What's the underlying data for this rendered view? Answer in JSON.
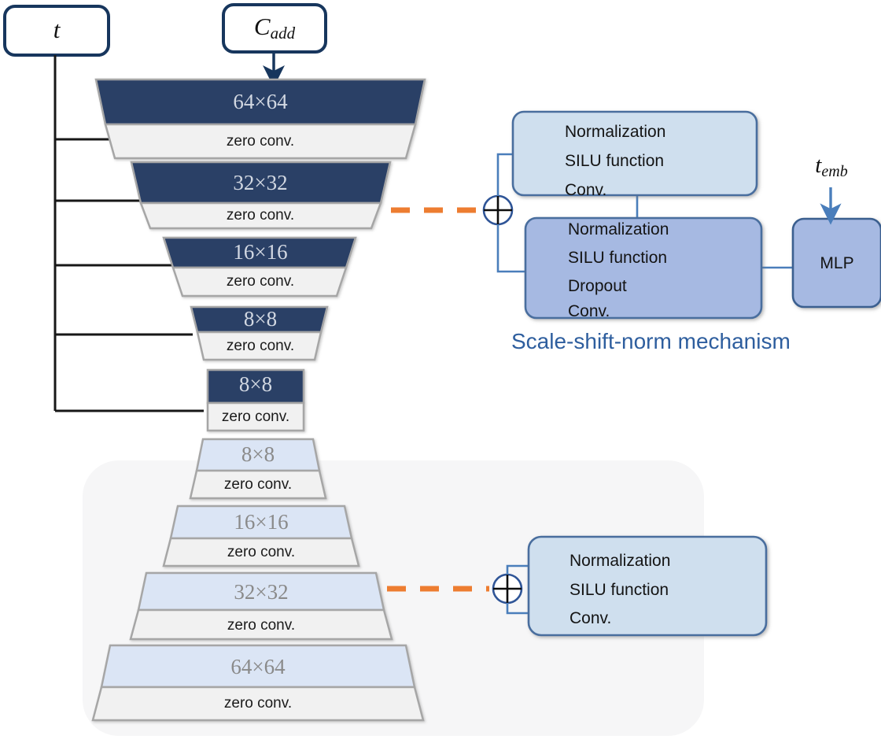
{
  "figure": {
    "type": "diagram",
    "title": "ControlNet-style U-Net with zero convolutions and scale-shift-norm mechanism",
    "colors": {
      "encoder_block_fill": "#2b3f66",
      "decoder_block_fill": "#dbe5f5",
      "zero_conv_fill": "#f1f1f1",
      "block_stroke": "#a6a6a6",
      "panel_light_blue": "#cfdfee",
      "panel_medium_blue": "#a6b9e2",
      "panel_stroke": "#4a6e9e",
      "accent_orange": "#ed7d31",
      "connector_blue": "#4a7ebb",
      "outline_navy": "#17365d",
      "caption_blue": "#2e5e9e",
      "backdrop_gray": "#f6f6f7"
    }
  },
  "inputs": {
    "timestep": {
      "label": "t",
      "name": "timestep-input"
    },
    "condition": {
      "label": "C_add",
      "base": "C",
      "sub": "add",
      "name": "condition-input"
    },
    "time_embedding": {
      "label": "t_emb",
      "base": "t",
      "sub": "emb",
      "name": "time-embedding-input"
    }
  },
  "encoder": {
    "name": "encoder-stack",
    "zero_conv_label": "zero conv.",
    "levels": [
      {
        "resolution": "64×64",
        "zero_conv": "zero conv."
      },
      {
        "resolution": "32×32",
        "zero_conv": "zero conv."
      },
      {
        "resolution": "16×16",
        "zero_conv": "zero conv."
      },
      {
        "resolution": "8×8",
        "zero_conv": "zero conv."
      },
      {
        "resolution": "8×8",
        "zero_conv": "zero conv."
      }
    ]
  },
  "decoder": {
    "name": "decoder-stack",
    "zero_conv_label": "zero conv.",
    "levels": [
      {
        "resolution": "8×8",
        "zero_conv": "zero conv."
      },
      {
        "resolution": "16×16",
        "zero_conv": "zero conv."
      },
      {
        "resolution": "32×32",
        "zero_conv": "zero conv."
      },
      {
        "resolution": "64×64",
        "zero_conv": "zero conv."
      }
    ]
  },
  "upper_module": {
    "name": "scale-shift-norm-module",
    "caption": "Scale-shift-norm mechanism",
    "block_a": {
      "name": "resblock-in-layers",
      "lines": [
        "Normalization",
        "SILU function",
        "Conv."
      ]
    },
    "block_b": {
      "name": "resblock-out-layers",
      "lines": [
        "Normalization",
        "SILU function",
        "Dropout",
        "Conv."
      ]
    },
    "mlp": {
      "name": "mlp-block",
      "label": "MLP"
    },
    "add_symbol": "⊕"
  },
  "lower_module": {
    "name": "decoder-resblock-module",
    "block": {
      "name": "resblock-layers",
      "lines": [
        "Normalization",
        "SILU function",
        "Conv."
      ]
    },
    "add_symbol": "⊕"
  }
}
